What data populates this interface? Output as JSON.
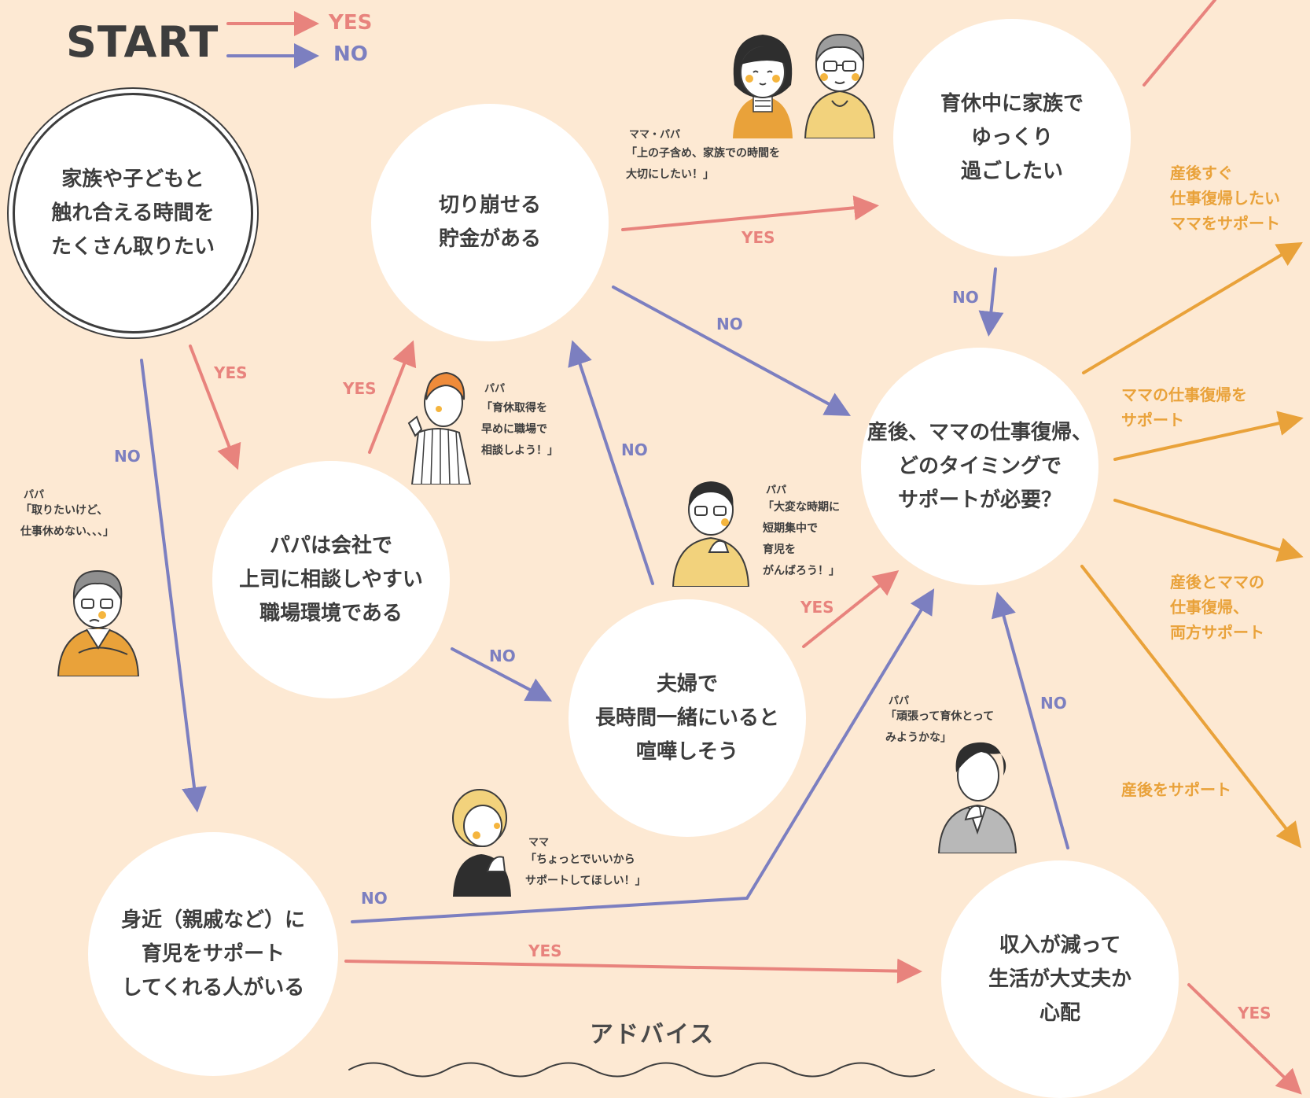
{
  "legend": {
    "start": "START",
    "yes": "YES",
    "no": "NO"
  },
  "colors": {
    "background": "#fde9d3",
    "yes": "#e8837d",
    "no": "#7c7fc0",
    "outcome": "#e9a23a",
    "node": "#ffffff",
    "text": "#3d3d3d"
  },
  "nodes": {
    "start": "家族や子どもと\n触れ合える時間を\nたくさん取りたい",
    "savings": "切り崩せる\n貯金がある",
    "family_time": "育休中に家族で\nゆっくり\n過ごしたい",
    "boss": "パパは会社で\n上司に相談しやすい\n職場環境である",
    "timing": "産後、ママの仕事復帰、\nどのタイミングで\nサポートが必要？",
    "quarrel": "夫婦で\n長時間一緒にいると\n喧嘩しそう",
    "relatives": "身近（親戚など）に\n育児をサポート\nしてくれる人がいる",
    "income": "収入が減って\n生活が大丈夫か\n心配"
  },
  "outcomes": {
    "soon": "産後すぐ\n仕事復帰したい\nママをサポート",
    "return": "ママの仕事復帰を\nサポート",
    "both": "産後とママの\n仕事復帰、\n両方サポート",
    "postpartum": "産後をサポート"
  },
  "arrow_labels": {
    "start_yes": "YES",
    "start_no": "NO",
    "boss_yes": "YES",
    "boss_no": "NO",
    "savings_yes": "YES",
    "savings_no": "NO",
    "family_no": "NO",
    "quarrel_no": "NO",
    "quarrel_yes": "YES",
    "relatives_no": "NO",
    "relatives_yes": "YES",
    "income_no": "NO",
    "income_yes": "YES"
  },
  "comments": [
    {
      "speaker": "ママ・パパ",
      "quote": "「上の子含め、家族での時間を\n大切にしたい！」"
    },
    {
      "speaker": "パパ",
      "quote": "「育休取得を\n早めに職場で\n相談しよう！」"
    },
    {
      "speaker": "パパ",
      "quote": "「取りたいけど、\n仕事休めない、、、」"
    },
    {
      "speaker": "パパ",
      "quote": "「大変な時期に\n短期集中で\n育児を\nがんばろう！」"
    },
    {
      "speaker": "パパ",
      "quote": "「頑張って育休とって\nみようかな」"
    },
    {
      "speaker": "ママ",
      "quote": "「ちょっとでいいから\nサポートしてほしい！」"
    }
  ],
  "advice": {
    "title": "アドバイス"
  }
}
